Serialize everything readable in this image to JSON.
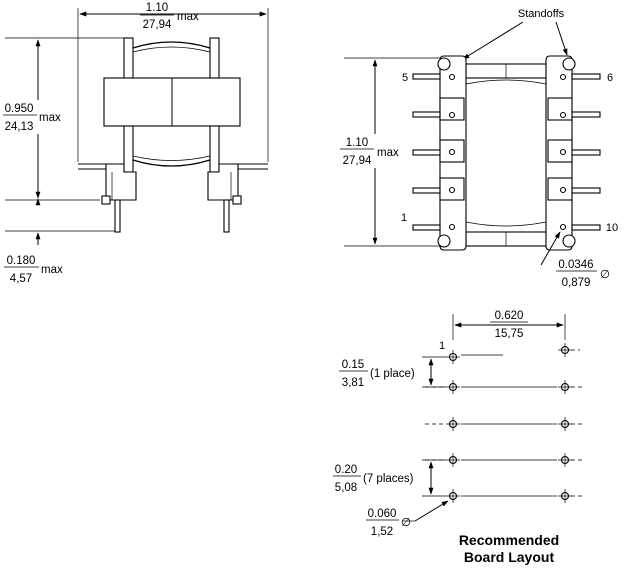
{
  "side_view": {
    "width_in": "1.10",
    "width_mm": "27,94",
    "width_suffix": "max",
    "height_in": "0.950",
    "height_mm": "24,13",
    "height_suffix": "max",
    "pin_len_in": "0.180",
    "pin_len_mm": "4,57",
    "pin_len_suffix": "max"
  },
  "bottom_view": {
    "standoffs_label": "Standoffs",
    "length_in": "1.10",
    "length_mm": "27,94",
    "length_suffix": "max",
    "pin_5": "5",
    "pin_6": "6",
    "pin_1": "1",
    "pin_10": "10",
    "pin_dia_in": "0.0346",
    "pin_dia_mm": "0,879",
    "dia_symbol": "∅"
  },
  "board_layout": {
    "row_spacing_in": "0.620",
    "row_spacing_mm": "15,75",
    "pin_1_label": "1",
    "first_pitch_in": "0.15",
    "first_pitch_mm": "3,81",
    "first_pitch_note": "(1 place)",
    "pitch_in": "0.20",
    "pitch_mm": "5,08",
    "pitch_note": "(7 places)",
    "hole_dia_in": "0.060",
    "hole_dia_mm": "1,52",
    "dia_symbol": "∅",
    "title_line1": "Recommended",
    "title_line2": "Board Layout"
  }
}
